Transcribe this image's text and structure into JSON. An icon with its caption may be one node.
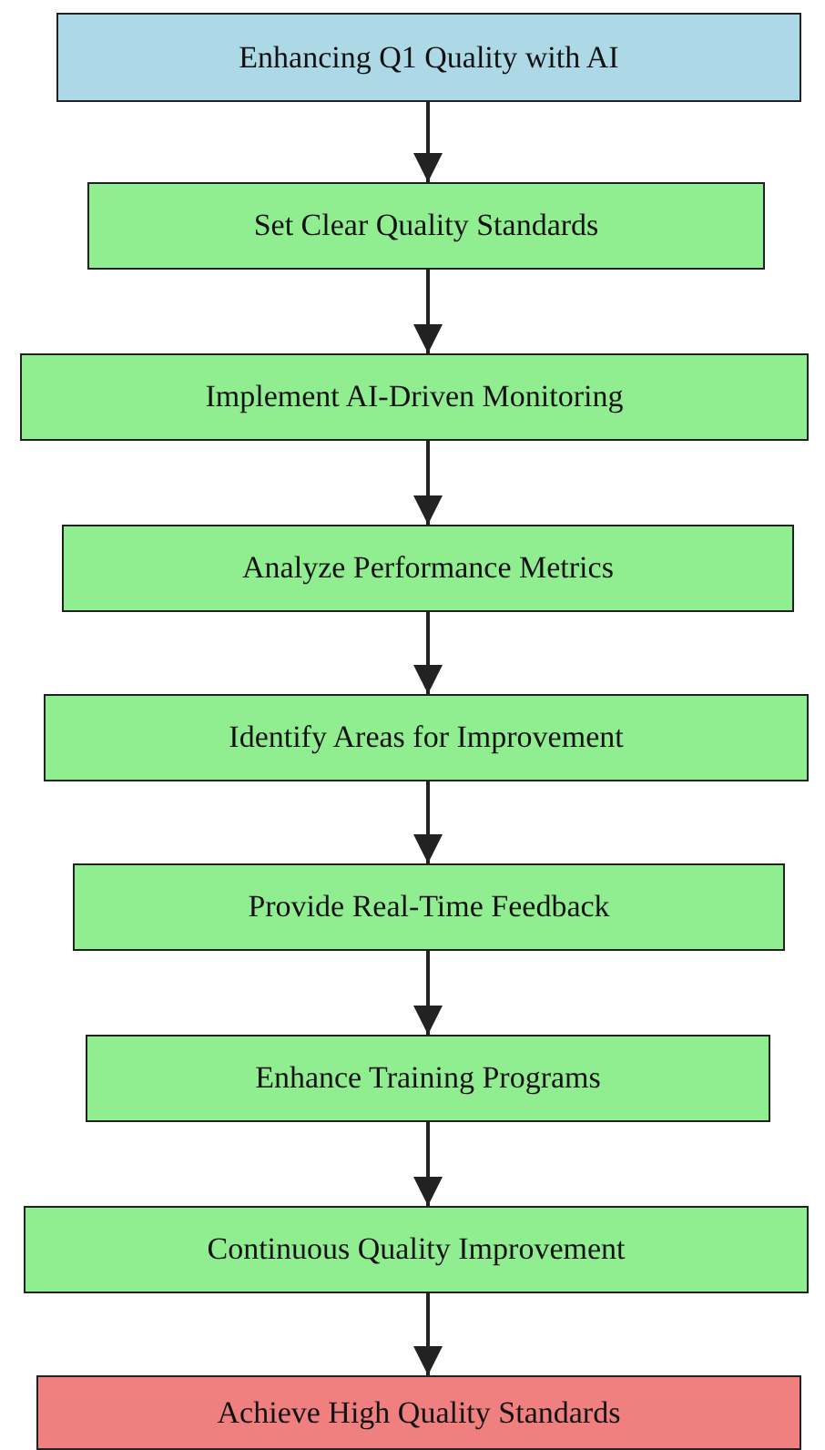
{
  "diagram": {
    "nodes": [
      {
        "text": [
          "Enhancing Q1 Quality with AI"
        ]
      },
      {
        "text": [
          "Set Clear Quality Standards"
        ]
      },
      {
        "text": [
          "Implement AI-Driven Monitoring"
        ]
      },
      {
        "text": [
          "Analyze Performance Metrics"
        ]
      },
      {
        "text": [
          "Identify Areas for Improvement"
        ]
      },
      {
        "text": [
          "Provide Real-Time Feedback"
        ]
      },
      {
        "text": [
          "Enhance Training Programs"
        ]
      },
      {
        "text": [
          "Continuous Quality Improvement"
        ]
      },
      {
        "text": [
          "Achieve High Quality Standards"
        ]
      }
    ],
    "edges": [
      {
        "from": 0,
        "to": 1,
        "arrow": "to"
      },
      {
        "from": 1,
        "to": 2,
        "arrow": "to"
      },
      {
        "from": 2,
        "to": 3,
        "arrow": "to"
      },
      {
        "from": 3,
        "to": 4,
        "arrow": "to"
      },
      {
        "from": 4,
        "to": 5,
        "arrow": "to"
      },
      {
        "from": 5,
        "to": 6,
        "arrow": "to"
      },
      {
        "from": 6,
        "to": 7,
        "arrow": "to"
      },
      {
        "from": 7,
        "to": 8,
        "arrow": "to"
      }
    ]
  }
}
